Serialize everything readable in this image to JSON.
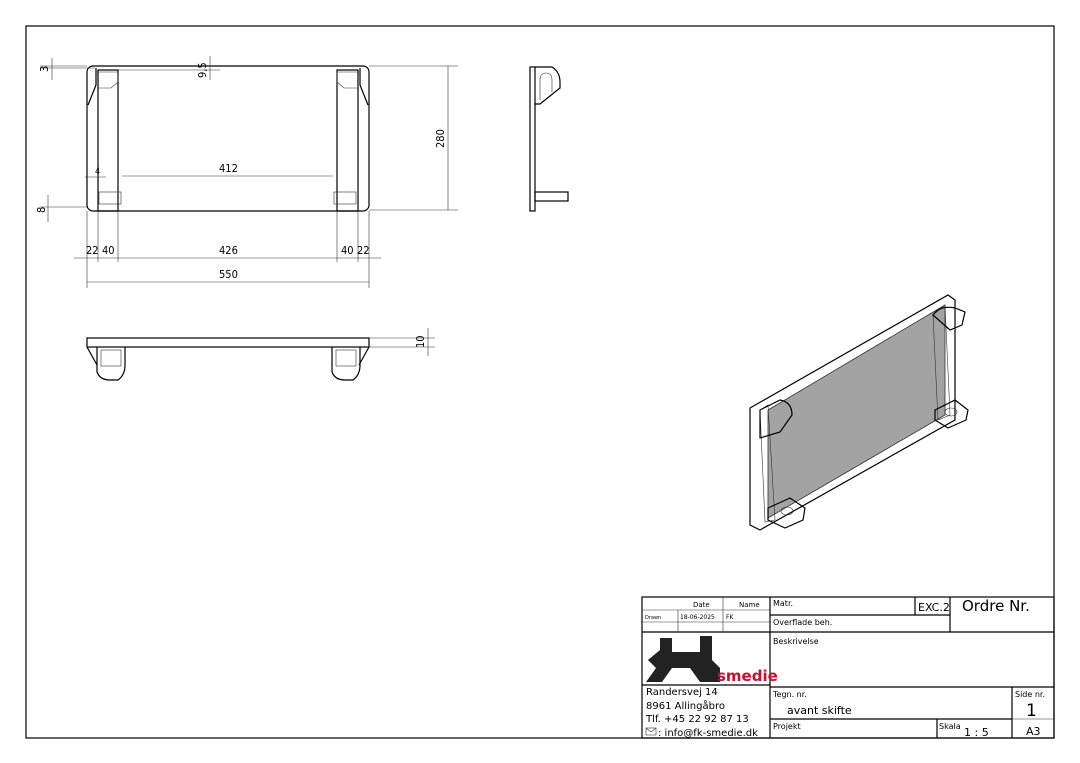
{
  "drawing": {
    "dimensions": {
      "top_offset": "3",
      "lip": "9,5",
      "height": "280",
      "inner_gap": "412",
      "rail_offset": "4",
      "bottom_offset": "8",
      "left_margin": "22",
      "left_rail": "40",
      "center": "426",
      "right_rail": "40",
      "right_margin": "22",
      "overall_width": "550",
      "thickness": "10"
    }
  },
  "title_block": {
    "date_header": "Date",
    "name_header": "Name",
    "drawn_label": "Drawn",
    "drawn_date": "18-06-2025",
    "drawn_name": "FK",
    "logo_text": "fk smedie",
    "logo_word": "smedie",
    "address_line1": "Randersvej 14",
    "address_line2": "8961 Allingåbro",
    "phone": "Tlf. +45 22 92 87 13",
    "email": ": info@fk-smedie.dk",
    "matr_label": "Matr.",
    "exc": "EXC.2",
    "ordre_label": "Ordre Nr.",
    "overflade_label": "Overflade beh.",
    "beskrivelse_label": "Beskrivelse",
    "tegn_label": "Tegn. nr.",
    "tegn_value": "avant skifte",
    "side_label": "Side nr.",
    "side_value": "1",
    "projekt_label": "Projekt",
    "skala_label": "Skala",
    "skala_value": "1 : 5",
    "format": "A3"
  },
  "colors": {
    "logo_red": "#c8102e",
    "plate_gray": "#a3a3a3"
  }
}
